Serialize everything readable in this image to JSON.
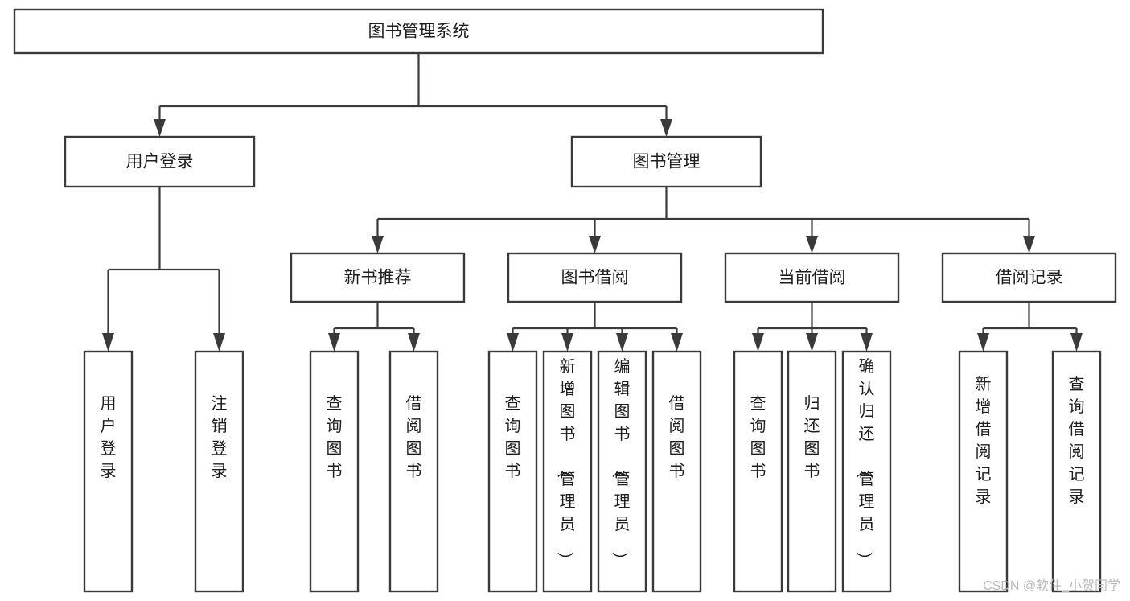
{
  "diagram": {
    "type": "tree",
    "title": "图书管理系统",
    "orientation": "top-down",
    "colors": {
      "box_stroke": "#3a3a3a",
      "box_fill": "#ffffff",
      "connector": "#3a3a3a",
      "text": "#1d1d1d",
      "watermark": "#b9b9b9",
      "background": "#ffffff"
    },
    "root": {
      "label": "图书管理系统"
    },
    "level2": [
      {
        "label": "用户登录"
      },
      {
        "label": "图书管理"
      }
    ],
    "level3": [
      {
        "label": "新书推荐"
      },
      {
        "label": "图书借阅"
      },
      {
        "label": "当前借阅"
      },
      {
        "label": "借阅记录"
      }
    ],
    "leaves": {
      "user_login": [
        {
          "label": "用户登录"
        },
        {
          "label": "注销登录"
        }
      ],
      "new_book_recommend": [
        {
          "label": "查询图书"
        },
        {
          "label": "借阅图书"
        }
      ],
      "book_borrow": [
        {
          "label": "查询图书"
        },
        {
          "label": "新增图书（管理员）"
        },
        {
          "label": "编辑图书（管理员）"
        },
        {
          "label": "借阅图书"
        }
      ],
      "current_borrow": [
        {
          "label": "查询图书"
        },
        {
          "label": "归还图书"
        },
        {
          "label": "确认归还（管理员）"
        }
      ],
      "borrow_record": [
        {
          "label": "新增借阅记录"
        },
        {
          "label": "查询借阅记录"
        }
      ]
    }
  },
  "watermark": {
    "text": "CSDN @软件_小贺同学"
  }
}
